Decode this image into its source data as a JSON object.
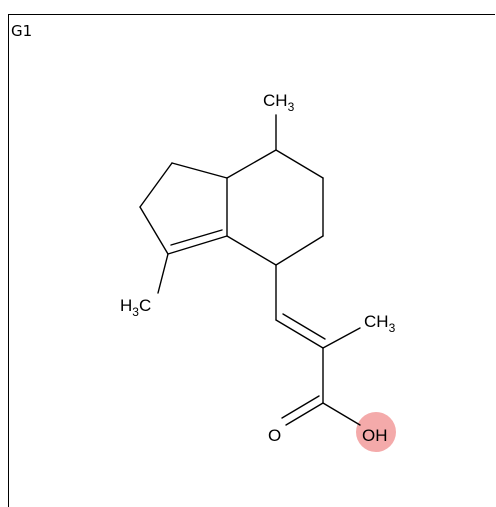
{
  "panel": {
    "label": "G1"
  },
  "molecule": {
    "labels": {
      "ch3_top": {
        "main": "CH",
        "sub": "3"
      },
      "h3c_left": {
        "pre": "H",
        "sub": "3",
        "post": "C"
      },
      "ch3_right": {
        "main": "CH",
        "sub": "3"
      },
      "o": "O",
      "oh": "OH"
    },
    "highlight_color": "#f4aaaa",
    "bond_color": "#000000"
  }
}
